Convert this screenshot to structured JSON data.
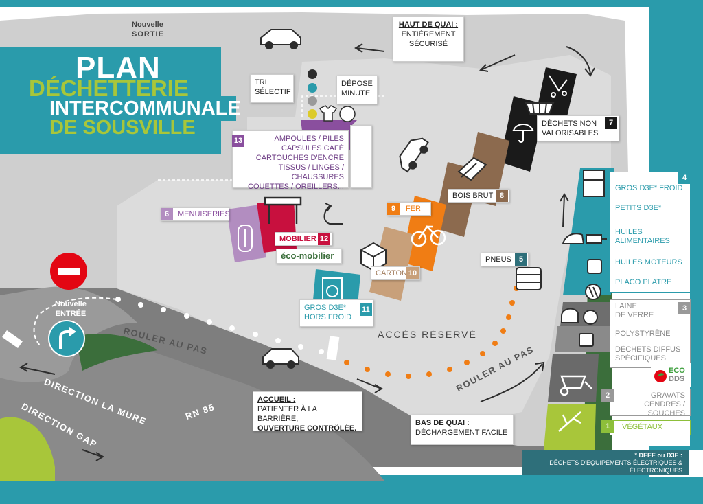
{
  "title": {
    "plan": "PLAN",
    "dechetterie": "DÉCHETTERIE",
    "intercommunale": "INTERCOMMUNALE",
    "sousville": "DE SOUSVILLE"
  },
  "colors": {
    "teal": "#2a9bab",
    "green": "#a8c63a",
    "dark_green": "#3b6e3b",
    "purple": "#8a4f9e",
    "red": "#c8103e",
    "orange": "#f07d14",
    "brown": "#8c6a4e",
    "black": "#1a1a1a",
    "gray_road": "#7a7a7a",
    "light_gray": "#d4d4d4"
  },
  "labels": {
    "nouvelle_sortie_1": "Nouvelle",
    "nouvelle_sortie_2": "SORTIE",
    "nouvelle_entree_1": "Nouvelle",
    "nouvelle_entree_2": "ENTRÉE",
    "haut_quai_title": "HAUT DE QUAI :",
    "haut_quai_1": "ENTIÈREMENT",
    "haut_quai_2": "SÉCURISÉ",
    "tri_1": "TRI",
    "tri_2": "SÉLECTIF",
    "depose_1": "DÉPOSE",
    "depose_2": "MINUTE",
    "item13_num": "13",
    "item13_lines": [
      "AMPOULES / PILES",
      "CAPSULES CAFÉ",
      "CARTOUCHES D'ENCRE",
      "TISSUS / LINGES / CHAUSSURES",
      "COUETTES / OREILLERS..."
    ],
    "menuiseries": "MENUISERIES",
    "menuiseries_num": "6",
    "mobilier": "MOBILIER",
    "mobilier_num": "12",
    "ecomobilier": "éco-mobilier",
    "fer": "FER",
    "fer_num": "9",
    "bois": "BOIS BRUT",
    "bois_num": "8",
    "carton": "CARTON",
    "carton_num": "10",
    "pneus": "PNEUS",
    "pneus_num": "5",
    "gros_froid_1": "GROS D3E*",
    "gros_froid_2": "HORS FROID",
    "gros_froid_num": "11",
    "dechets_nv_1": "DÉCHETS NON",
    "dechets_nv_2": "VALORISABLES",
    "dechets_nv_num": "7",
    "acces": "ACCÈS RÉSERVÉ",
    "rouler1": "ROULER AU PAS",
    "rouler2": "ROULER AU PAS",
    "accueil_title": "ACCUEIL :",
    "accueil_1": "PATIENTER À LA BARRIÈRE,",
    "accueil_2": "OUVERTURE CONTRÔLÉE.",
    "bas_quai_title": "BAS DE QUAI :",
    "bas_quai_1": "DÉCHARGEMENT FACILE",
    "direction_mure": "DIRECTION LA MURE",
    "direction_gap": "DIRECTION GAP",
    "rn85": "RN 85"
  },
  "side": {
    "g4_num": "4",
    "gros_d3e_froid": "GROS D3E* FROID",
    "petits_d3e": "PETITS D3E*",
    "huiles_alim_1": "HUILES",
    "huiles_alim_2": "ALIMENTAIRES",
    "huiles_moteurs": "HUILES MOTEURS",
    "placo": "PLACO PLATRE",
    "g3_num": "3",
    "laine_1": "LAINE",
    "laine_2": "DE VERRE",
    "polystyrene": "POLYSTYRÈNE",
    "diffus_1": "DÉCHETS DIFFUS",
    "diffus_2": "SPÉCIFIQUES",
    "ecodds_1": "ECO",
    "ecodds_2": "DDS",
    "g2_num": "2",
    "gravats_1": "GRAVATS",
    "gravats_2": "CENDRES / SOUCHES",
    "g1_num": "1",
    "vegetaux": "VÉGÉTAUX"
  },
  "legend": {
    "line1": "* DEEE ou D3E :",
    "line2": "DÉCHETS D'EQUIPEMENTS ÉLECTRIQUES &",
    "line3": "ÉLECTRONIQUES"
  }
}
